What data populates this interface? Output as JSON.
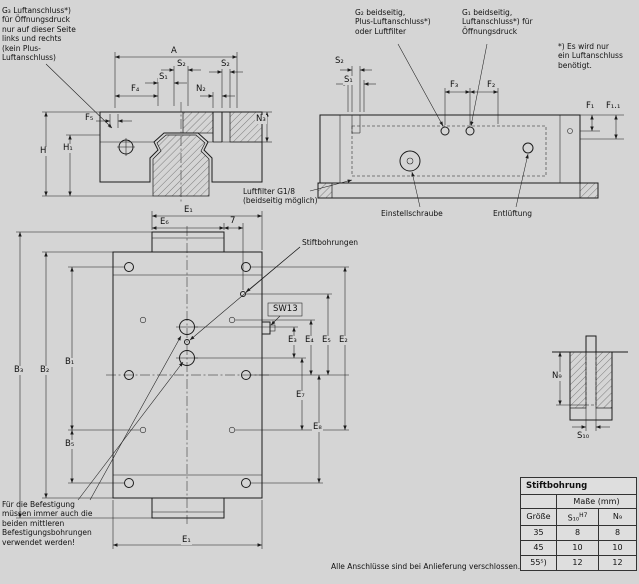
{
  "meta": {
    "bg_color": "#d5d5d5",
    "line_color": "#1c1c1c"
  },
  "notes": {
    "g3": "G₃ Luftanschluss*)\nfür Öffnungsdruck\nnur auf dieser Seite\nlinks und rechts\n(kein Plus-\nLuftanschluss)",
    "g2": "G₂ beidseitig,\nPlus-Luftanschluss*)\noder Luftfilter",
    "g1": "G₁ beidseitig,\nLuftanschluss*) für\nÖffnungsdruck",
    "asterisk": "*) Es wird nur\nein Luftanschluss\nbenötigt.",
    "luftfilter": "Luftfilter G1/8\n(beidseitig möglich)",
    "einstellschraube": "Einstellschraube",
    "entlueftung": "Entlüftung",
    "stiftbohrungen": "Stiftbohrungen",
    "befestigung": "Für die Befestigung\nmüssen immer auch die\nbeiden mittleren\nBefestigungsbohrungen\nverwendet werden!",
    "anschluesse": "Alle Anschlüsse sind bei Anlieferung verschlossen."
  },
  "dims": {
    "front": {
      "a": "A",
      "s2": "S₂",
      "s1": "S₁",
      "f4": "F₄",
      "n2": "N₂",
      "s2b": "S₂",
      "n3": "N₃",
      "f5": "F₅",
      "h": "H",
      "h1": "H₁"
    },
    "side": {
      "s2": "S₂",
      "s1": "S₁",
      "f3": "F₃",
      "f2": "F₂",
      "f1": "F₁",
      "f11": "F₁.₁"
    },
    "top": {
      "e1t": "E₁",
      "e6": "E₆",
      "seven": "7",
      "sw13": "SW13",
      "b3": "B₃",
      "b2": "B₂",
      "b1": "B₁",
      "b5": "B₅",
      "e3": "E₃",
      "e4": "E₄",
      "e5": "E₅",
      "e2": "E₂",
      "e7": "E₇",
      "e8": "E₈",
      "e1b": "E₁"
    },
    "detail": {
      "n9": "N₉",
      "s10": "S₁₀"
    }
  },
  "table": {
    "title": "Stiftbohrung",
    "unit": "Maße (mm)",
    "cols": {
      "groesse": "Größe",
      "s10": "S₁₀",
      "s10sup": "H7",
      "n9": "N₉"
    },
    "rows": [
      {
        "groesse": "35",
        "s10": "8",
        "n9": "8"
      },
      {
        "groesse": "45",
        "s10": "10",
        "n9": "10"
      },
      {
        "groesse": "55⁵)",
        "s10": "12",
        "n9": "12"
      }
    ]
  }
}
